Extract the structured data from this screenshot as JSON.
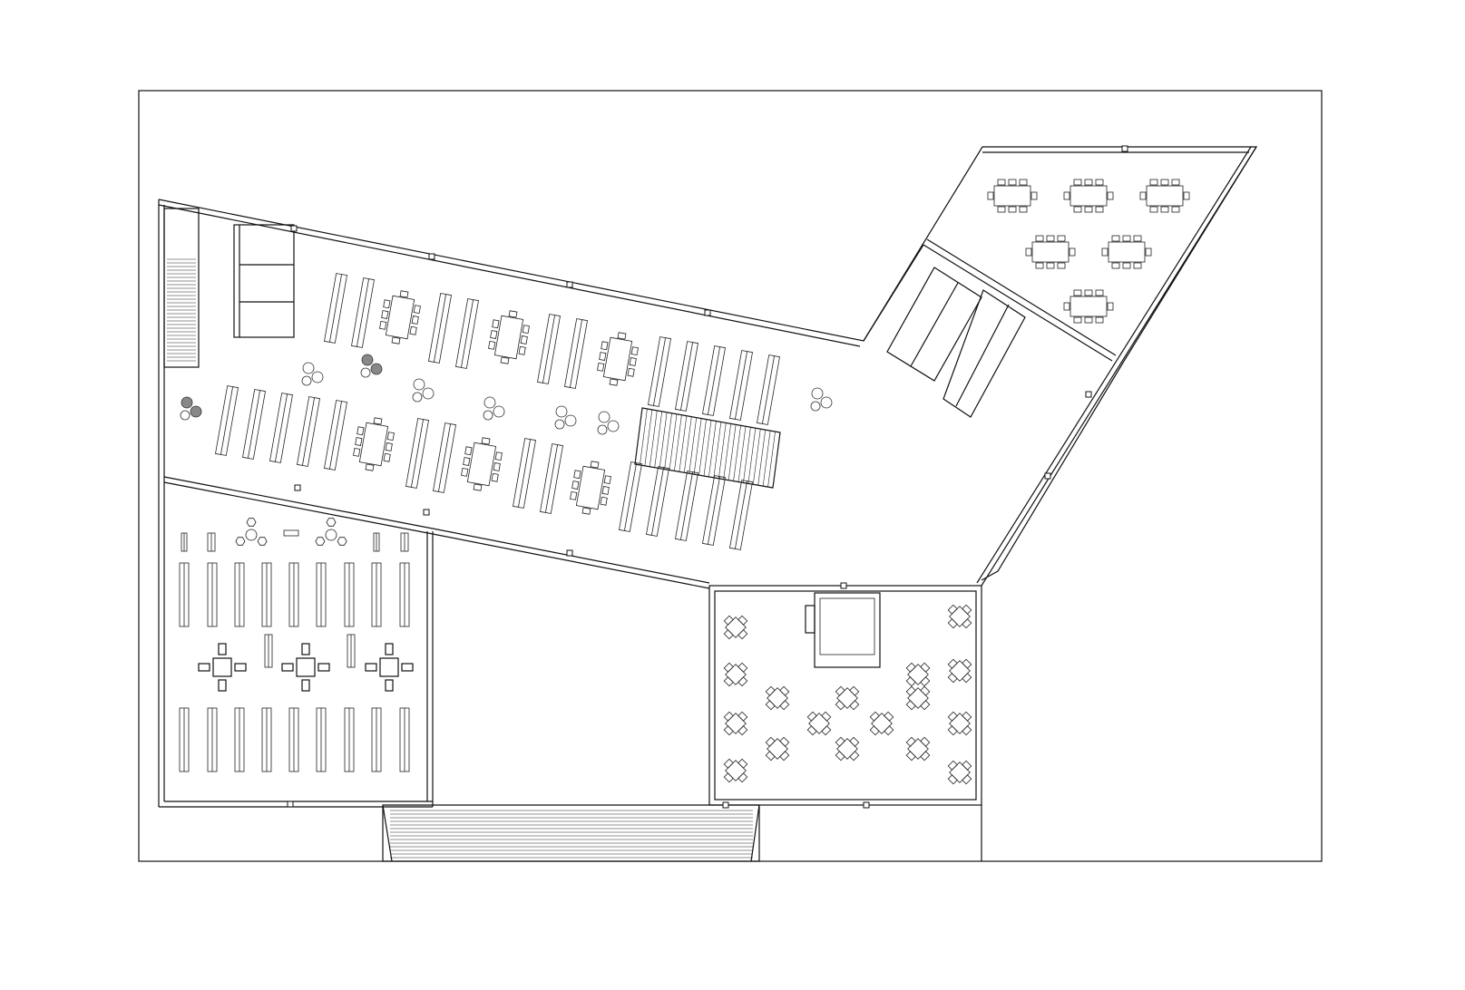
{
  "drawing": {
    "kind": "architectural floor plan",
    "line_color": "#111111",
    "background": "#ffffff",
    "text_labels": []
  },
  "spaces": [
    {
      "id": "reading-hall",
      "furniture": [
        "book-shelf",
        "study-table",
        "lounge-chairs"
      ]
    },
    {
      "id": "library-stacks",
      "furniture": [
        "book-shelf",
        "square-table-set",
        "hex-table-set"
      ]
    },
    {
      "id": "cafe",
      "furniture": [
        "bistro-table-set",
        "kiosk"
      ]
    },
    {
      "id": "meeting-wing",
      "furniture": [
        "conference-table"
      ]
    },
    {
      "id": "restrooms",
      "furniture": [
        "toilet-stall"
      ]
    }
  ],
  "features": [
    "internal-stair",
    "service-stair",
    "entrance-steps",
    "courtyard"
  ]
}
